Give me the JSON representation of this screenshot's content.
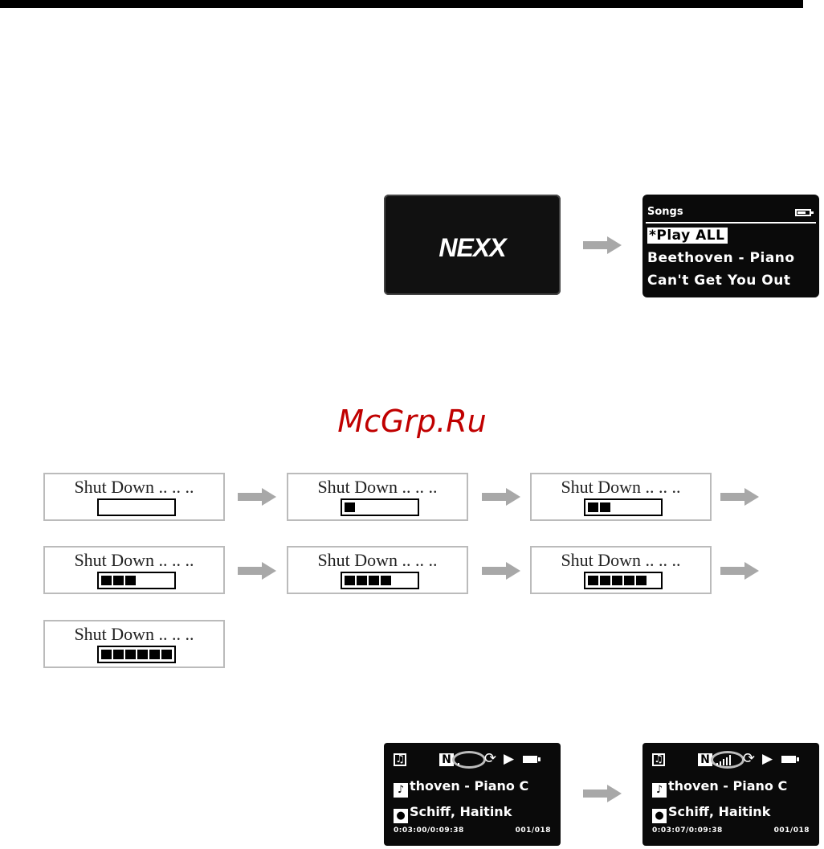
{
  "boot": {
    "logo_text": "NEXX",
    "menu_title": "Songs",
    "items": [
      "Play ALL",
      "Beethoven - Piano",
      "Can't Get You Out"
    ],
    "selected_marker": "*"
  },
  "watermark": "McGrp.Ru",
  "shutdown": {
    "label": "Shut Down .. .. ..",
    "steps": [
      0,
      1,
      2,
      3,
      4,
      5,
      6
    ]
  },
  "playback": {
    "n_label": "N",
    "track_line": "thoven - Piano C",
    "artist_line": "Schiff, Haitink",
    "before": {
      "time": "0:03:00/0:09:38",
      "counter": "001/018",
      "signal_bars": 1
    },
    "after": {
      "time": "0:03:07/0:09:38",
      "counter": "001/018",
      "signal_bars": 5
    }
  },
  "colors": {
    "arrow": "#a8a8a8",
    "watermark": "#c00000",
    "screen": "#0a0a0a"
  },
  "icons": [
    "music-note-icon",
    "repeat-icon",
    "play-icon",
    "battery-icon",
    "person-icon"
  ]
}
